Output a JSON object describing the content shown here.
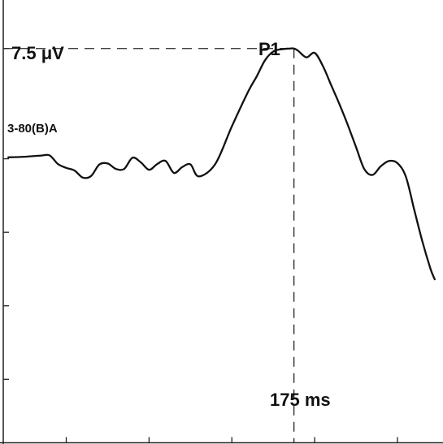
{
  "chart_data": {
    "type": "line",
    "title": "",
    "xlabel": "",
    "ylabel": "",
    "series": [
      {
        "name": "3-80(B)A",
        "x": [
          -170,
          -150,
          -130,
          -120,
          -110,
          -100,
          -90,
          -80,
          -70,
          -60,
          -50,
          -40,
          -30,
          -20,
          -10,
          0,
          10,
          20,
          30,
          40,
          50,
          60,
          80,
          100,
          120,
          130,
          140,
          150,
          160,
          170,
          175,
          180,
          190,
          200,
          210,
          220,
          230,
          240,
          250,
          260,
          270,
          280,
          290,
          300,
          310,
          320,
          330,
          340,
          345
        ],
        "y": [
          0.1,
          0.14,
          0.22,
          0.23,
          -0.36,
          -0.62,
          -0.8,
          -1.28,
          -1.17,
          -0.39,
          -0.32,
          -0.69,
          -0.69,
          0.07,
          -0.24,
          -0.75,
          -0.35,
          -0.15,
          -0.96,
          -0.57,
          -0.38,
          -1.2,
          -0.35,
          2.2,
          4.6,
          5.6,
          6.7,
          7.3,
          7.45,
          7.5,
          7.5,
          7.35,
          6.9,
          7.2,
          6.3,
          5.0,
          3.7,
          2.3,
          0.8,
          -0.7,
          -1.1,
          -0.5,
          -0.15,
          -0.3,
          -1.2,
          -3.4,
          -5.6,
          -7.5,
          -8.2
        ]
      }
    ],
    "annotations": {
      "amplitude_label": "7.5 μV",
      "amplitude_value": 7.5,
      "peak_label": "P1",
      "latency_label": "175 ms",
      "latency_value": 175
    },
    "xlim": [
      -180,
      355
    ],
    "ylim": [
      -19.4,
      10.8
    ],
    "x_ticks": [
      -100,
      0,
      100,
      200,
      300
    ],
    "y_ticks": [
      7.5,
      0,
      -5,
      -10,
      -15
    ],
    "grid": false,
    "legend": "none"
  }
}
